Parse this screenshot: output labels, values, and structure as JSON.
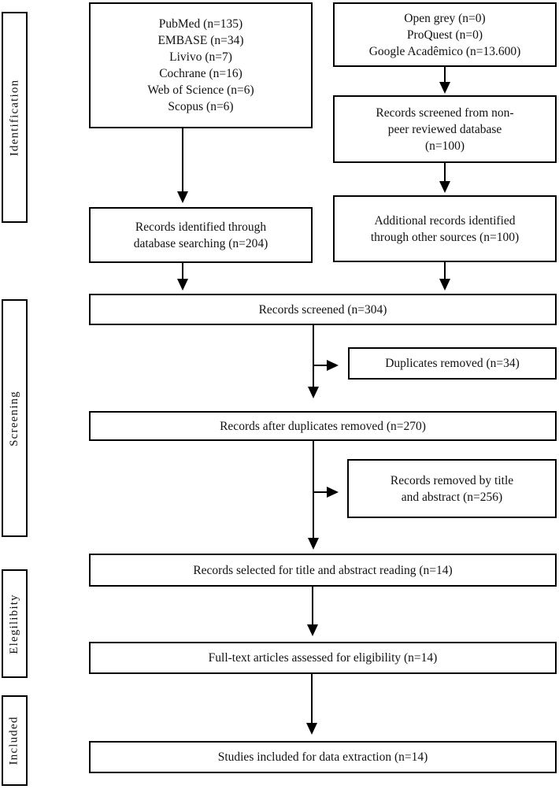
{
  "sidebar": {
    "identification": "Identification",
    "screening": "Screening",
    "eligibility": "Elegilibity",
    "included": "Included"
  },
  "boxes": {
    "databases": {
      "lines": [
        "PubMed (n=135)",
        "EMBASE (n=34)",
        "Livivo (n=7)",
        "Cochrane (n=16)",
        "Web of Science (n=6)",
        "Scopus (n=6)"
      ]
    },
    "grey_sources": {
      "lines": [
        "Open grey (n=0)",
        "ProQuest (n=0)",
        "Google Acadêmico (n=13.600)"
      ]
    },
    "non_peer": {
      "lines": [
        "Records screened from non-",
        "peer reviewed database",
        "(n=100)"
      ]
    },
    "identified": {
      "lines": [
        "Records identified through",
        "database searching (n=204)"
      ]
    },
    "additional": {
      "lines": [
        "Additional records identified",
        "through other sources (n=100)"
      ]
    },
    "screened": {
      "text": "Records screened (n=304)"
    },
    "duplicates": {
      "text": "Duplicates removed (n=34)"
    },
    "after_duplicates": {
      "text": "Records after duplicates removed (n=270)"
    },
    "removed_title_abstract": {
      "lines": [
        "Records removed by title",
        "and abstract (n=256)"
      ]
    },
    "selected": {
      "text": "Records selected for title and abstract reading (n=14)"
    },
    "full_text": {
      "text": "Full-text articles assessed for eligibility (n=14)"
    },
    "studies_included": {
      "text": "Studies included for data extraction (n=14)"
    }
  },
  "colors": {
    "border": "#000000",
    "background": "#ffffff",
    "text": "#111111"
  }
}
